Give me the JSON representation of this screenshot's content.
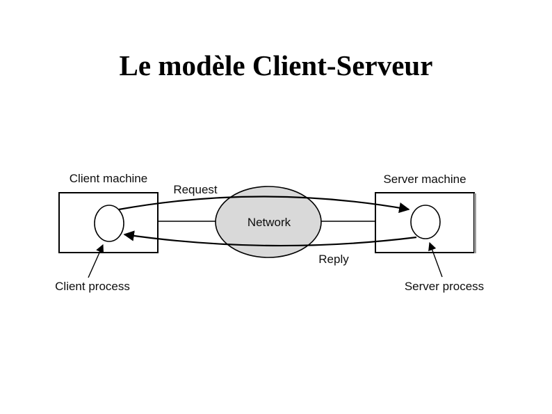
{
  "slide": {
    "title": "Le modèle Client-Serveur"
  },
  "diagram": {
    "client_machine_label": "Client machine",
    "server_machine_label": "Server machine",
    "client_process_label": "Client process",
    "server_process_label": "Server process",
    "request_label": "Request",
    "reply_label": "Reply",
    "network_label": "Network",
    "colors": {
      "line": "#000000",
      "network_fill": "#d9d9d9",
      "machine_fill": "#ffffff",
      "shadow": "#9a9a9a",
      "background": "#ffffff"
    }
  }
}
